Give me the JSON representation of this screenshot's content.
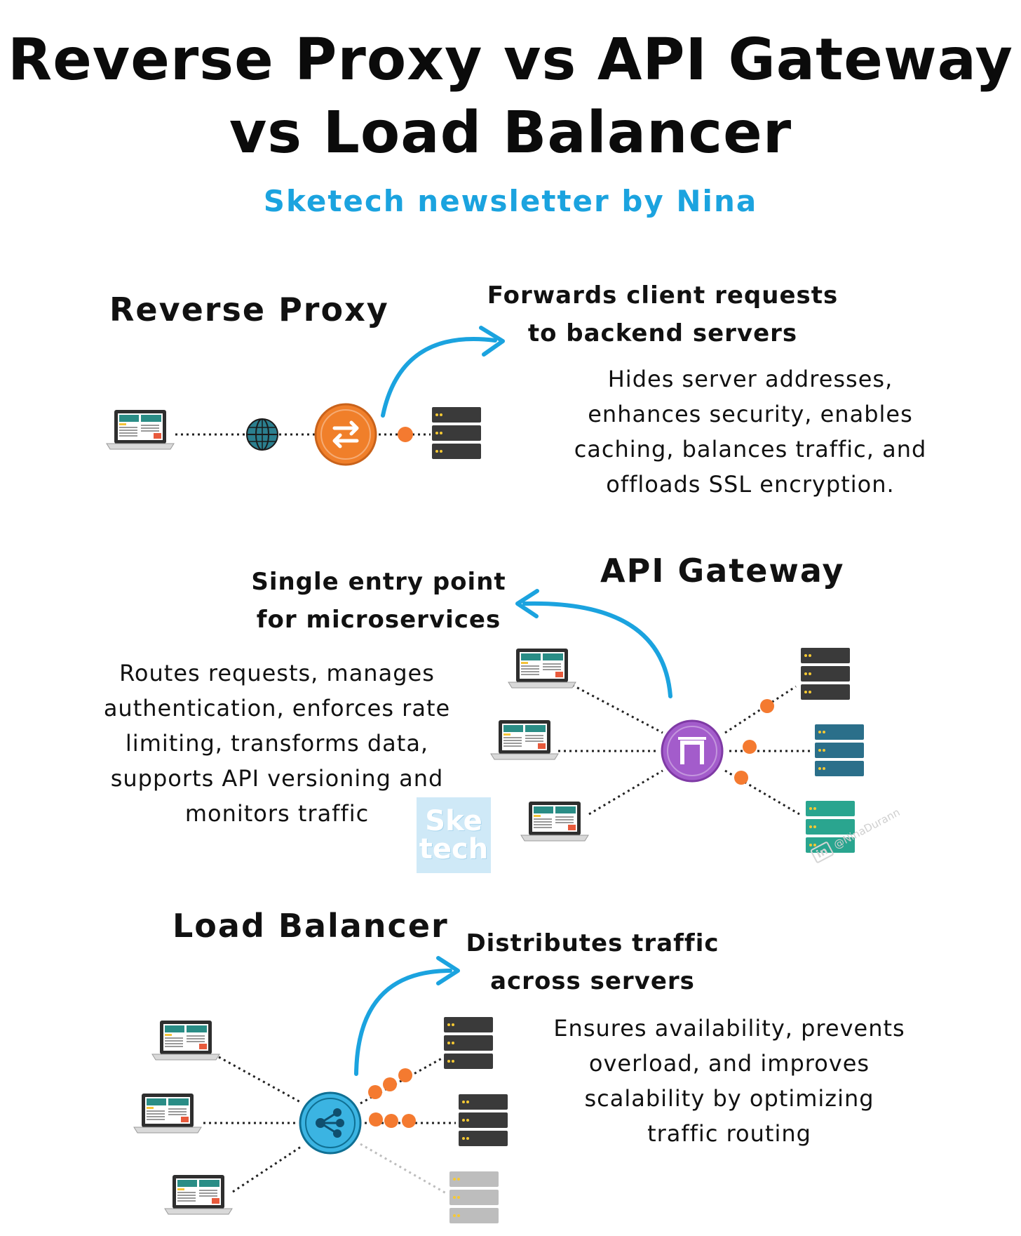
{
  "header": {
    "title_line1": "Reverse Proxy vs API Gateway",
    "title_line2": "vs Load Balancer",
    "subtitle": "Sketech newsletter by Nina"
  },
  "sections": {
    "reverse_proxy": {
      "title": "Reverse Proxy",
      "lead": [
        "Forwards client requests",
        "to backend servers"
      ],
      "description": [
        "Hides server addresses,",
        "enhances security, enables",
        "caching, balances traffic, and",
        "offloads SSL encryption."
      ]
    },
    "api_gateway": {
      "title": "API Gateway",
      "lead": [
        "Single entry point",
        "for microservices"
      ],
      "description": [
        "Routes requests, manages",
        "authentication, enforces rate",
        "limiting, transforms data,",
        "supports API versioning and",
        "monitors traffic"
      ]
    },
    "load_balancer": {
      "title": "Load Balancer",
      "lead": [
        "Distributes traffic",
        "across servers"
      ],
      "description": [
        "Ensures availability, prevents",
        "overload, and improves",
        "scalability by optimizing",
        "traffic routing"
      ]
    }
  },
  "logo": {
    "line1": "Ske",
    "line2": "tech"
  },
  "watermark": {
    "badge": "in",
    "handle": "@NinaDurann"
  },
  "icons": {
    "client": "laptop-icon",
    "internet": "globe-icon",
    "reverse_proxy": "swap-arrows-icon",
    "api_gateway": "gateway-icon",
    "load_balancer": "network-hub-icon",
    "server": "server-rack-icon"
  },
  "colors": {
    "accent_blue": "#1ba3df",
    "proxy_orange": "#f07f2a",
    "gateway_purple": "#a35ccb",
    "balancer_blue": "#3bb4e2",
    "packet_orange": "#f47a30",
    "server_dark": "#3a3a3a",
    "server_blue": "#2b6f8a",
    "server_teal": "#2aa58f",
    "server_gray": "#bdbdbd"
  }
}
